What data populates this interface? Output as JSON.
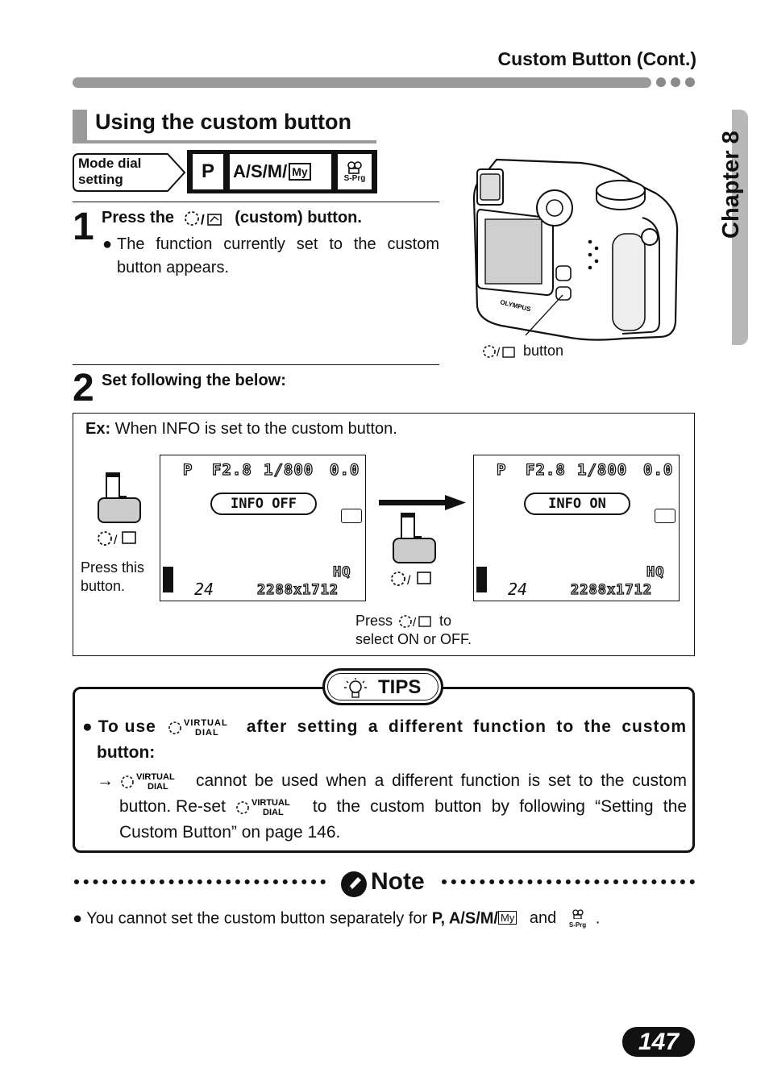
{
  "header": {
    "title": "Custom Button (Cont.)"
  },
  "chapter": {
    "label": "Chapter 8"
  },
  "section": {
    "title": "Using the custom button"
  },
  "mode_dial": {
    "label_line1": "Mode dial",
    "label_line2": "setting",
    "mode_p": "P",
    "mode_asm": "A/S/M/",
    "mode_my": "My",
    "mode_sprg": "S-Prg"
  },
  "step1": {
    "number": "1",
    "title_pre": "Press the",
    "title_post": "(custom) button.",
    "bullet": "The function currently set to the custom button appears."
  },
  "camera": {
    "caption": "button",
    "brand": "OLYMPUS"
  },
  "step2": {
    "number": "2",
    "title": "Set following the below:"
  },
  "example": {
    "ex_label": "Ex:",
    "ex_text": "When INFO is set to the custom button.",
    "press_this_1": "Press this",
    "press_this_2": "button.",
    "press_to_pre": "Press",
    "press_to_post": "to",
    "press_to_line2": "select ON or OFF.",
    "lcd_left": {
      "mode": "P",
      "aperture": "F2.8",
      "shutter": "1/800",
      "ev": "0.0",
      "info": "INFO OFF",
      "quality": "HQ",
      "frames": "24",
      "resolution": "2288x1712"
    },
    "lcd_right": {
      "mode": "P",
      "aperture": "F2.8",
      "shutter": "1/800",
      "ev": "0.0",
      "info": "INFO ON",
      "quality": "HQ",
      "frames": "24",
      "resolution": "2288x1712"
    }
  },
  "tips": {
    "label": "TIPS",
    "b1_pre": "To use",
    "b1_post": "after setting a different function to the custom",
    "b1_line2": "button:",
    "arrow": "→",
    "r1_post": "cannot be used when a different function is set to the custom",
    "r2_pre": "button. Re-set",
    "r2_post": "to the custom button by following “Setting the",
    "r3": "Custom Button” on page 146.",
    "vd_top": "VIRTUAL",
    "vd_bottom": "DIAL"
  },
  "note": {
    "label": "Note",
    "text_pre": "You cannot set the custom button separately for",
    "text_bold": "P, A/S/M/",
    "text_and": "and",
    "text_end": "."
  },
  "page_number": "147"
}
